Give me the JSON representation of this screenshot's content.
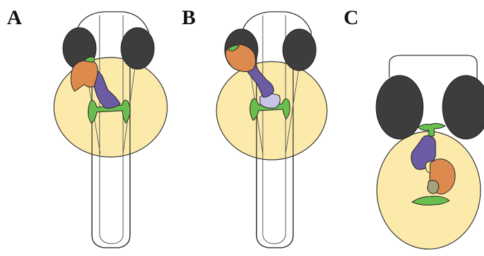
{
  "panels": [
    {
      "label": "A"
    },
    {
      "label": "B"
    },
    {
      "label": "C"
    }
  ],
  "colors": {
    "yolk": "#fbeaa9",
    "eye": "#3d3d3d",
    "liver": "#dd8a4f",
    "gut": "#6b5ba3",
    "gut_light": "#c8c4e8",
    "pancreas": "#69be4f",
    "gallbladder": "#f3ee9a",
    "intestine_bulb": "#a6a37c",
    "outline": "#333333",
    "background": "#ffffff"
  }
}
